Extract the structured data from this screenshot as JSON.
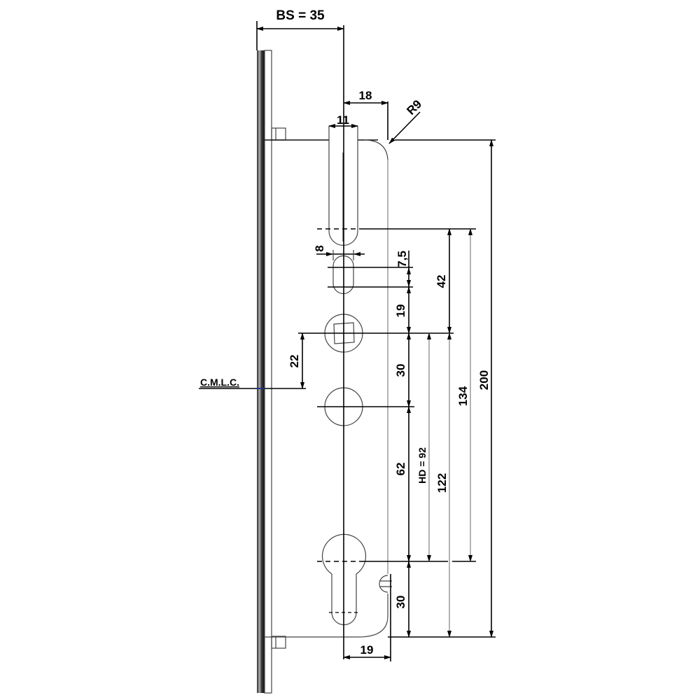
{
  "title": "Multipoint lock case technical drawing",
  "dimensions": {
    "backset": "BS = 35",
    "bolt_offset": "18",
    "bolt_width": "11",
    "corner_radius": "R9",
    "slot_width": "8",
    "slot_height": "7,5",
    "slot_to_follower": "19",
    "top_to_follower": "42",
    "follower_to_lever": "30",
    "lever_to_cylinder": "62",
    "handle_distance": "HD = 92",
    "follower_to_cylinder_outer": "122",
    "top_to_cylinder": "134",
    "overall_height": "200",
    "cylinder_to_bottom": "30",
    "cylinder_to_edge": "19",
    "cmlc_offset": "22"
  },
  "labels": {
    "cmlc": "C.M.L.C."
  },
  "colors": {
    "line": "#000000",
    "faceplate_dark": "#1a1a1a",
    "faceplate_light": "#a0a0a0",
    "centerline": "#8a8a8a"
  }
}
